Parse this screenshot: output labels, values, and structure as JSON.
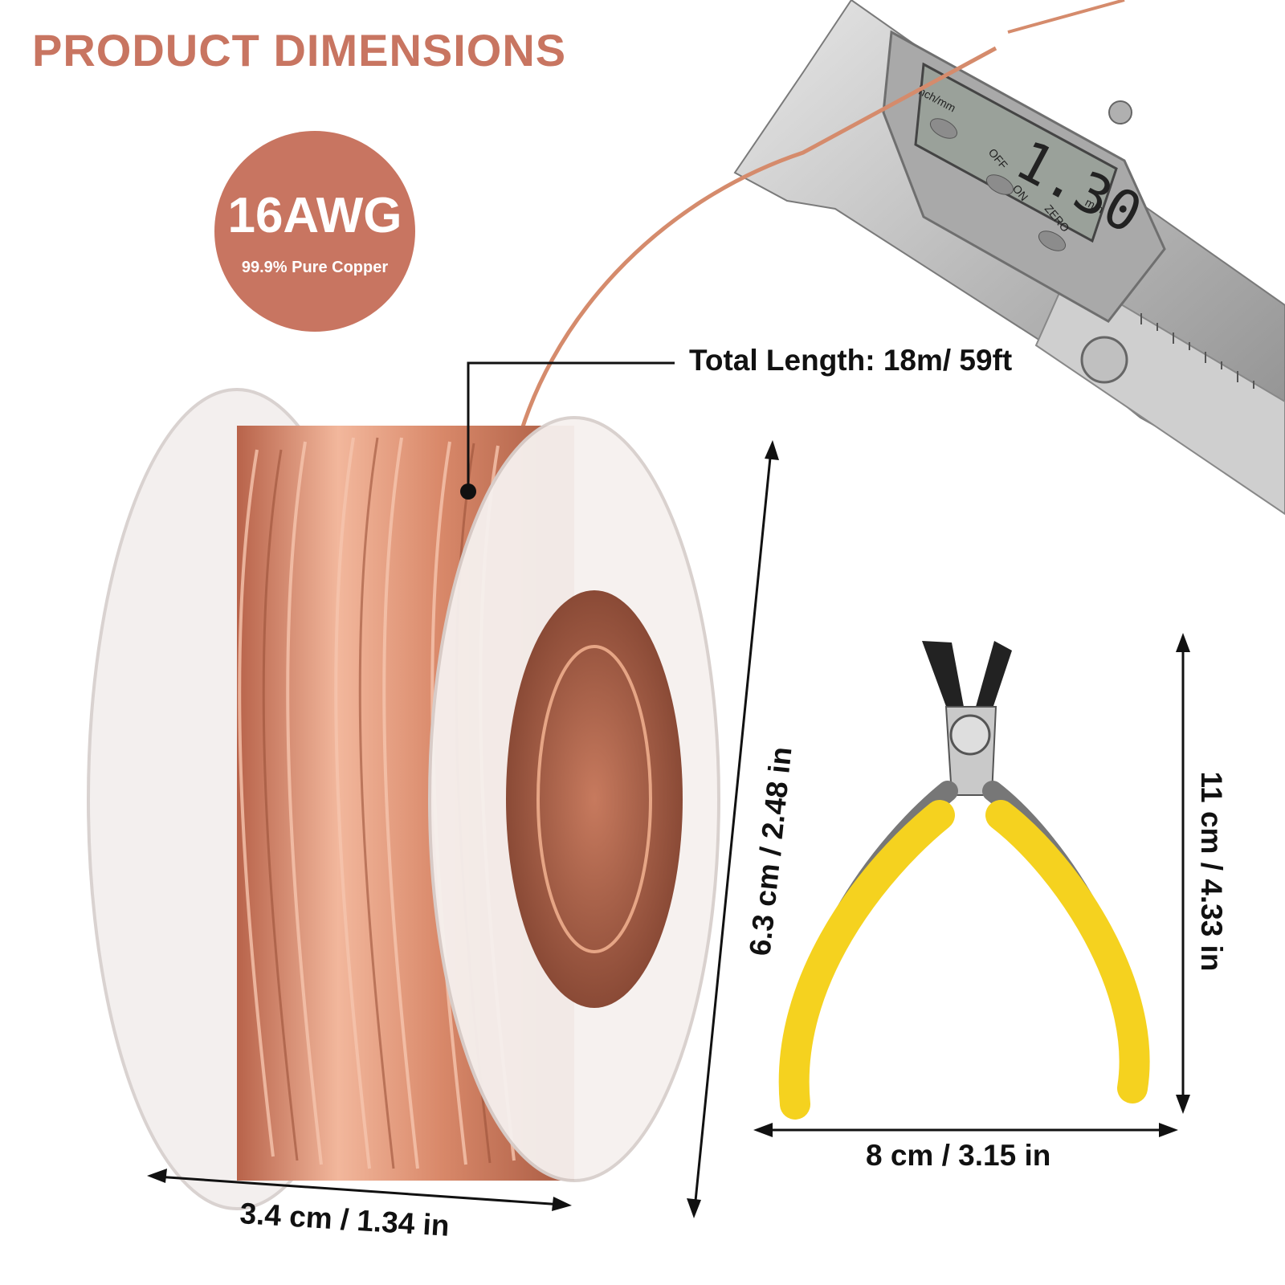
{
  "title": "PRODUCT DIMENSIONS",
  "badge": {
    "gauge": "16AWG",
    "material": "99.9% Pure Copper"
  },
  "callout": {
    "total_length": "Total Length: 18m/ 59ft"
  },
  "dimensions": {
    "spool_width": "3.4 cm / 1.34 in",
    "spool_height": "6.3 cm / 2.48 in",
    "pliers_width": "8 cm / 3.15 in",
    "pliers_height": "11 cm / 4.33 in"
  },
  "caliper": {
    "reading": "1.30",
    "unit": "mm",
    "buttons": [
      "inch/mm",
      "OFF",
      "ON",
      "ZERO"
    ]
  },
  "icons": [
    "copper-wire-spool-icon",
    "digital-caliper-icon",
    "cutting-pliers-icon"
  ],
  "colors": {
    "accent": "#c87561",
    "copper": "#d9896a",
    "handle": "#f5d21f",
    "text": "#111111"
  }
}
